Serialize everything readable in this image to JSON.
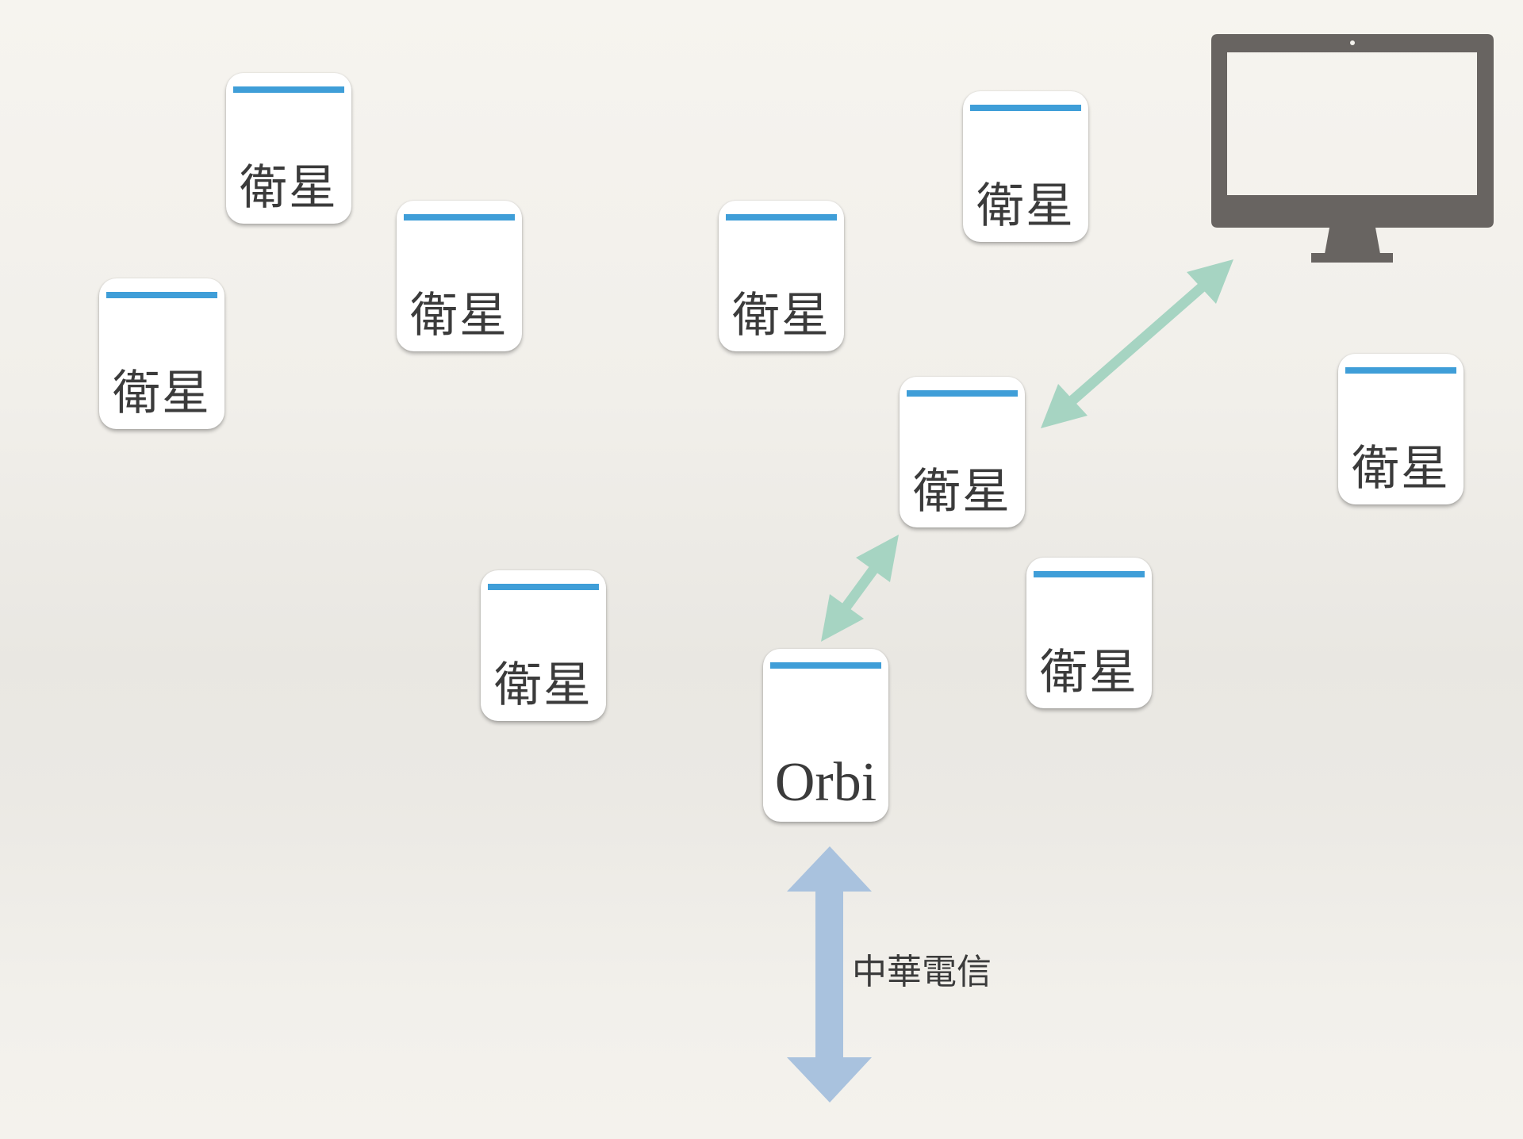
{
  "diagram": {
    "title": "Orbi mesh network topology",
    "colors": {
      "satellite_bar": "#3f9ed8",
      "monitor": "#686461",
      "mesh_arrow": "#a6d4c2",
      "uplink_arrow": "#a9c2de",
      "text": "#3b3b3b"
    },
    "router": {
      "label": "Orbi"
    },
    "satellites": [
      {
        "label": "衛星"
      },
      {
        "label": "衛星"
      },
      {
        "label": "衛星"
      },
      {
        "label": "衛星"
      },
      {
        "label": "衛星"
      },
      {
        "label": "衛星"
      },
      {
        "label": "衛星"
      },
      {
        "label": "衛星"
      },
      {
        "label": "衛星"
      }
    ],
    "uplink": {
      "label": "中華電信"
    },
    "client": {
      "icon": "monitor-icon"
    },
    "connections": [
      {
        "from": "router",
        "to": "satellite-6",
        "type": "mesh",
        "bidirectional": true
      },
      {
        "from": "satellite-6",
        "to": "client",
        "type": "mesh",
        "bidirectional": true
      },
      {
        "from": "router",
        "to": "isp",
        "type": "uplink",
        "bidirectional": true
      }
    ]
  }
}
